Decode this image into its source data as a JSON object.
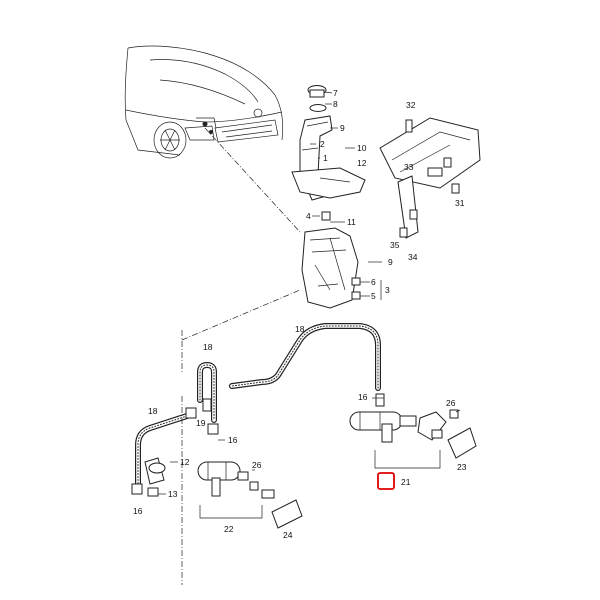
{
  "callouts": {
    "c1": "1",
    "c2": "2",
    "c3": "3",
    "c4": "4",
    "c5": "5",
    "c6": "6",
    "c7": "7",
    "c8": "8",
    "c9a": "9",
    "c9b": "9",
    "c10": "10",
    "c11": "11",
    "c12": "12",
    "c13": "13",
    "c16a": "16",
    "c16b": "16",
    "c16c": "16",
    "c18a": "18",
    "c18b": "18",
    "c18c": "18",
    "c19": "19",
    "c21": "21",
    "c22": "22",
    "c23": "23",
    "c24": "24",
    "c26a": "26",
    "c26b": "26",
    "c31": "31",
    "c32": "32",
    "c33": "33",
    "c34": "34",
    "c35": "35"
  },
  "colors": {
    "highlight": "#e00000",
    "ink": "#222222"
  }
}
